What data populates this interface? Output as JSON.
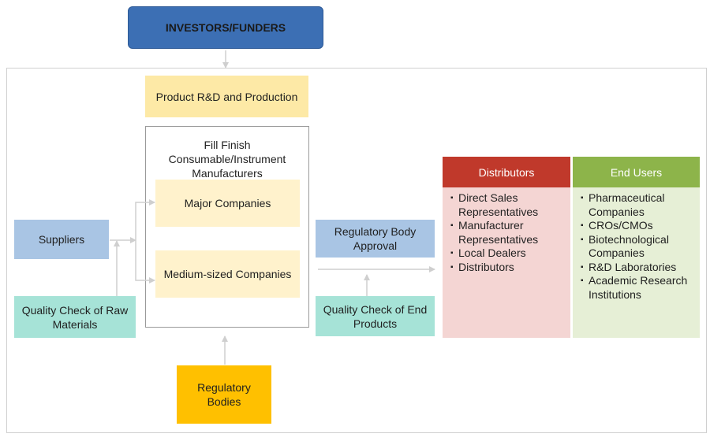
{
  "investors": {
    "label": "INVESTORS/FUNDERS"
  },
  "rnd": {
    "label": "Product R&D and Production"
  },
  "manufacturers": {
    "title_lines": [
      "Fill Finish",
      "Consumable/Instrument",
      "Manufacturers"
    ],
    "major": "Major Companies",
    "medium": "Medium-sized Companies"
  },
  "suppliers": {
    "label": "Suppliers"
  },
  "qc_raw": {
    "label_lines": [
      "Quality Check of Raw",
      "Materials"
    ]
  },
  "regulatory_bodies": {
    "label_lines": [
      "Regulatory",
      "Bodies"
    ]
  },
  "regulatory_approval": {
    "label_lines": [
      "Regulatory Body",
      "Approval"
    ]
  },
  "qc_end": {
    "label_lines": [
      "Quality Check of End",
      "Products"
    ]
  },
  "distributors": {
    "title": "Distributors",
    "items": [
      [
        "Direct Sales",
        "Representatives"
      ],
      [
        "Manufacturer",
        "Representatives"
      ],
      [
        "Local Dealers"
      ],
      [
        "Distributors"
      ]
    ]
  },
  "end_users": {
    "title": "End Users",
    "items": [
      [
        "Pharmaceutical",
        "Companies"
      ],
      [
        "CROs/CMOs"
      ],
      [
        "Biotechnological",
        "Companies"
      ],
      [
        "R&D Laboratories"
      ],
      [
        "Academic Research",
        "Institutions"
      ]
    ]
  },
  "colors": {
    "investors": "#3c6fb4",
    "rnd": "#fde9a6",
    "company_box": "#fff2cc",
    "blue_box": "#a9c5e4",
    "teal_box": "#a6e3d7",
    "regulatory_bodies": "#ffc000",
    "distributors_header": "#c0392b",
    "distributors_body": "#f4d5d3",
    "end_users_header": "#8db44a",
    "end_users_body": "#e6efd6",
    "arrow": "#cfcfcf"
  }
}
